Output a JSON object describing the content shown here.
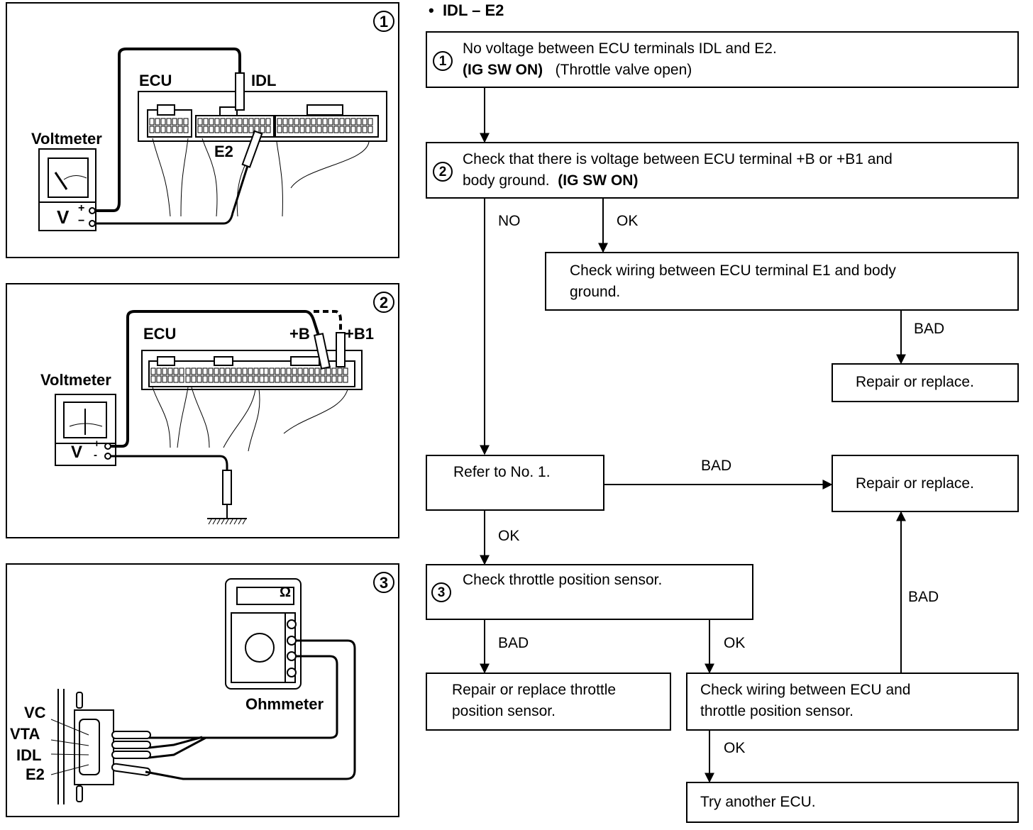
{
  "heading": {
    "bullet": "•",
    "text": "IDL – E2"
  },
  "figures": [
    {
      "number": "1",
      "labels": {
        "ecu": "ECU",
        "idl": "IDL",
        "e2": "E2",
        "meter": "Voltmeter",
        "meter_symbol": "V",
        "plus": "+",
        "minus": "−"
      }
    },
    {
      "number": "2",
      "labels": {
        "ecu": "ECU",
        "b": "+B",
        "b1": "+B1",
        "meter": "Voltmeter",
        "meter_symbol": "V",
        "plus": "+",
        "minus": "-"
      }
    },
    {
      "number": "3",
      "labels": {
        "meter": "Ohmmeter",
        "meter_symbol": "Ω",
        "vc": "VC",
        "vta": "VTA",
        "idl": "IDL",
        "e2": "E2"
      }
    }
  ],
  "flowchart": {
    "boxes": {
      "step1": {
        "number": "1",
        "line1": "No voltage between ECU terminals IDL and E2.",
        "line2_bold": "(IG SW ON)",
        "line2_rest": "(Throttle valve open)"
      },
      "step2": {
        "number": "2",
        "line1": "Check that there is voltage between ECU terminal +B or +B1 and",
        "line2": "body ground.",
        "line2_bold": "(IG SW ON)"
      },
      "check_e1": {
        "line1": "Check wiring between ECU terminal E1 and body",
        "line2": "ground."
      },
      "repair1": {
        "text": "Repair or replace."
      },
      "refer": {
        "text": "Refer to No. 1."
      },
      "repair2": {
        "text": "Repair or replace."
      },
      "step3": {
        "number": "3",
        "text": "Check throttle position sensor."
      },
      "repair_tps": {
        "line1": "Repair or replace throttle",
        "line2": "position sensor."
      },
      "check_wiring": {
        "line1": "Check wiring between ECU and",
        "line2": "throttle position sensor."
      },
      "try_ecu": {
        "text": "Try another ECU."
      }
    },
    "edge_labels": {
      "no": "NO",
      "ok1": "OK",
      "bad1": "BAD",
      "bad_refer": "BAD",
      "ok_refer": "OK",
      "bad_up": "BAD",
      "bad3": "BAD",
      "ok3": "OK",
      "ok_wiring": "OK"
    }
  }
}
